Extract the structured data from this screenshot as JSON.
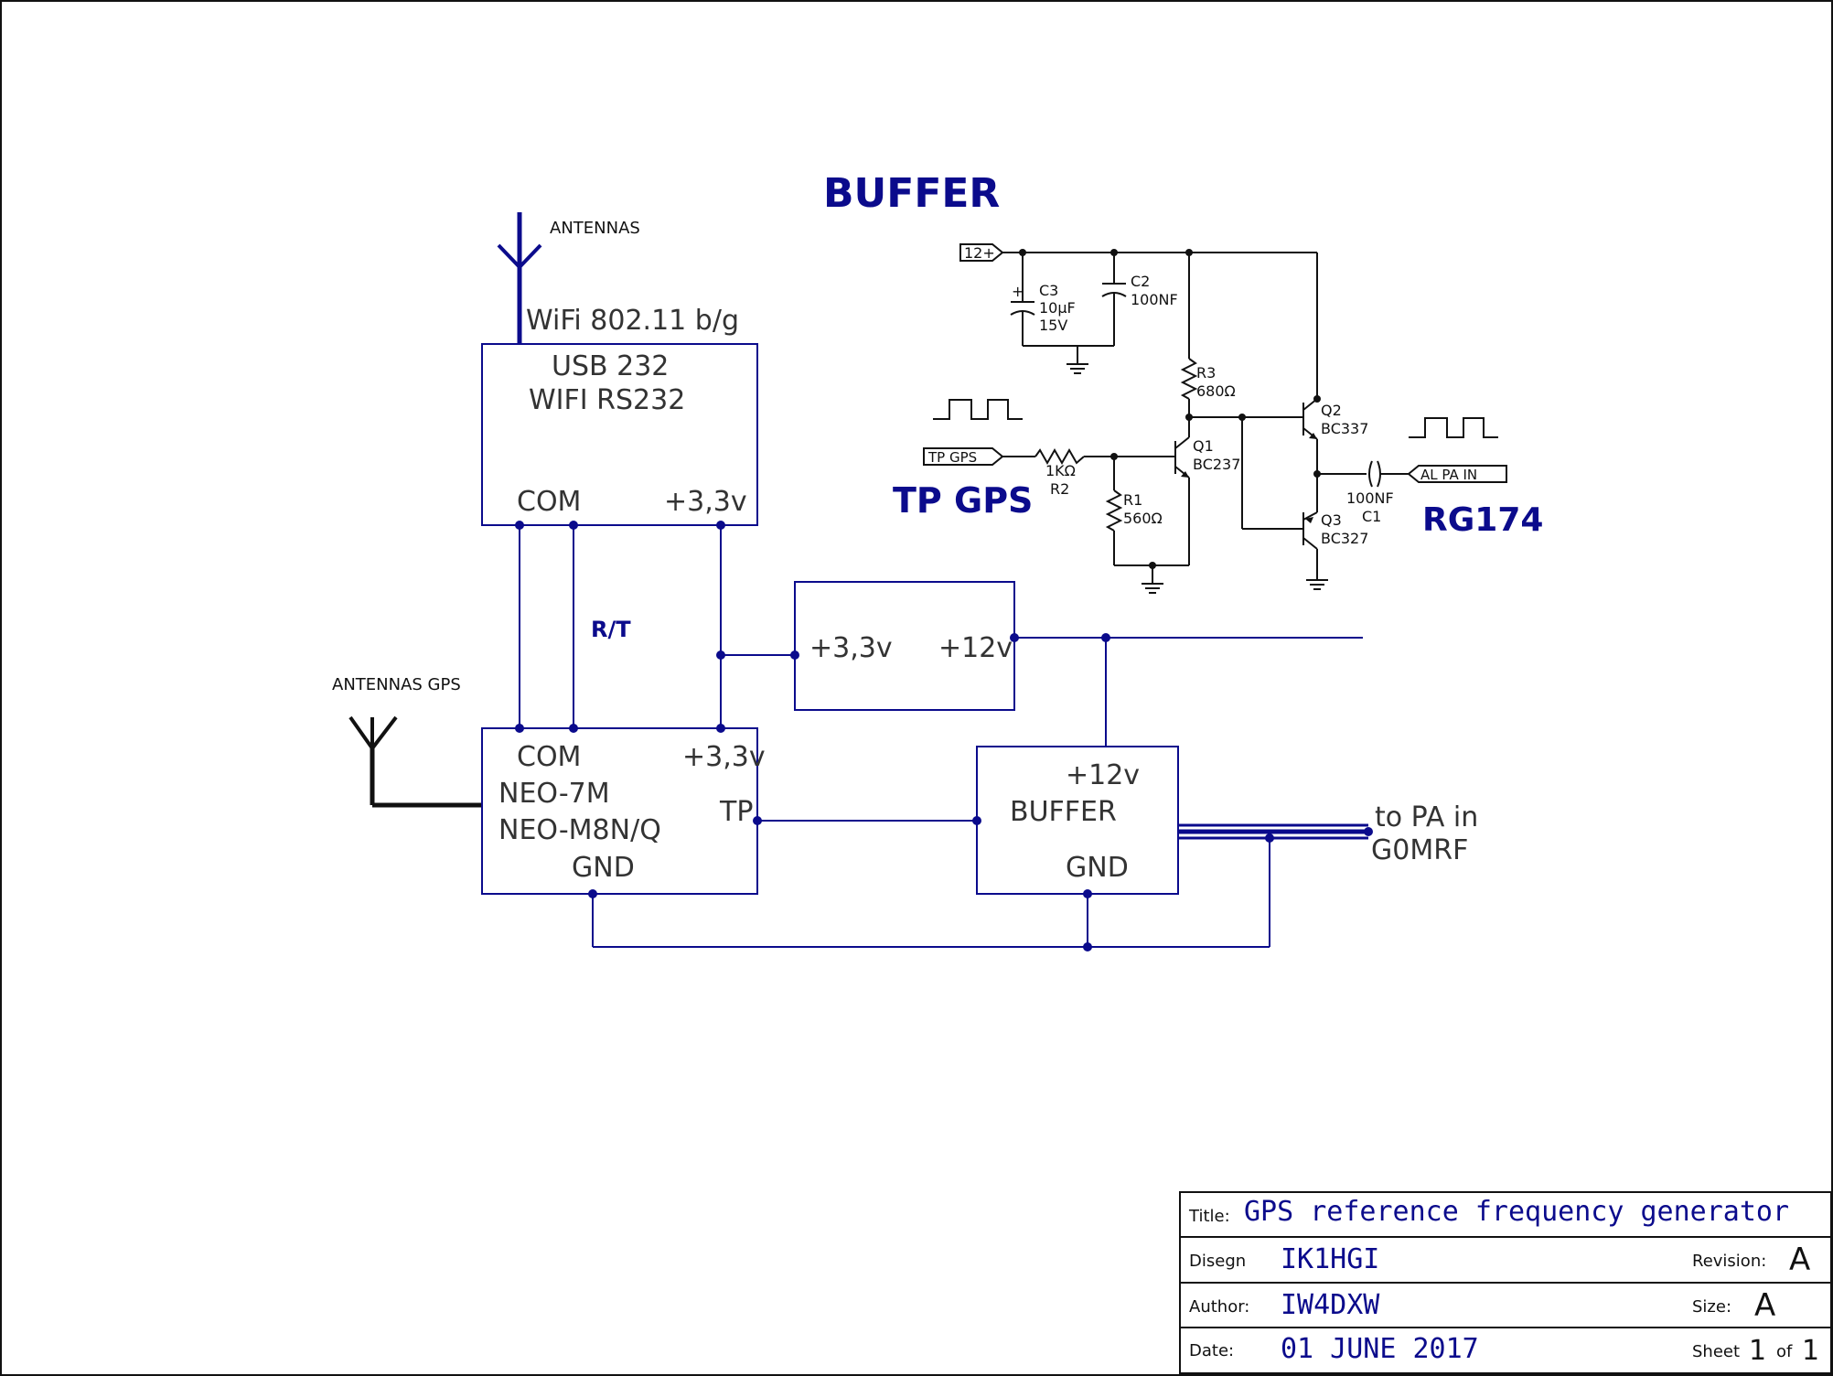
{
  "schematic": {
    "buffer_heading": "BUFFER",
    "antenna_wifi_label": "ANTENNAS",
    "wifi_standard": "WiFi 802.11 b/g",
    "antenna_gps_label": "ANTENNAS GPS",
    "rt_label": "R/T",
    "usb_block": {
      "line1": "USB 232",
      "line2": "WIFI RS232",
      "com": "COM",
      "vcc": "+3,3v"
    },
    "regulator_block": {
      "vin": "+3,3v",
      "vout": "+12v"
    },
    "gps_block": {
      "com": "COM",
      "vcc": "+3,3v",
      "model1": "NEO-7M",
      "model2": "NEO-M8N/Q",
      "tp": "TP",
      "gnd": "GND"
    },
    "buffer_block": {
      "vcc": "+12v",
      "name": "BUFFER",
      "gnd": "GND"
    },
    "output_label_1": "to PA in",
    "output_label_2": "G0MRF",
    "tp_gps_heading": "TP GPS",
    "rg174_heading": "RG174",
    "port_12v": "12+",
    "port_tp_gps": "TP GPS",
    "port_al_pa_in": "AL PA IN",
    "components": {
      "c3": {
        "ref": "C3",
        "value": "10µF",
        "voltage": "15V",
        "plus": "+"
      },
      "c2": {
        "ref": "C2",
        "value": "100NF"
      },
      "r3": {
        "ref": "R3",
        "value": "680Ω"
      },
      "r2": {
        "ref": "R2",
        "value": "1KΩ"
      },
      "r1": {
        "ref": "R1",
        "value": "560Ω"
      },
      "q1": {
        "ref": "Q1",
        "value": "BC237"
      },
      "q2": {
        "ref": "Q2",
        "value": "BC337"
      },
      "q3": {
        "ref": "Q3",
        "value": "BC327"
      },
      "c1": {
        "ref": "C1",
        "value": "100NF"
      }
    }
  },
  "title_block": {
    "title_label": "Title:",
    "title_value": "GPS reference frequency generator",
    "design_label": "Disegn",
    "design_value": "IK1HGI",
    "revision_label": "Revision:",
    "revision_value": "A",
    "author_label": "Author:",
    "author_value": "IW4DXW",
    "size_label": "Size:",
    "size_value": "A",
    "date_label": "Date:",
    "date_value": "01 JUNE 2017",
    "sheet_label": "Sheet",
    "sheet_num": "1",
    "sheet_of": "of",
    "sheet_total": "1"
  },
  "colors": {
    "wire": "#0b0b8c",
    "ink": "#111111",
    "text": "#333333"
  }
}
